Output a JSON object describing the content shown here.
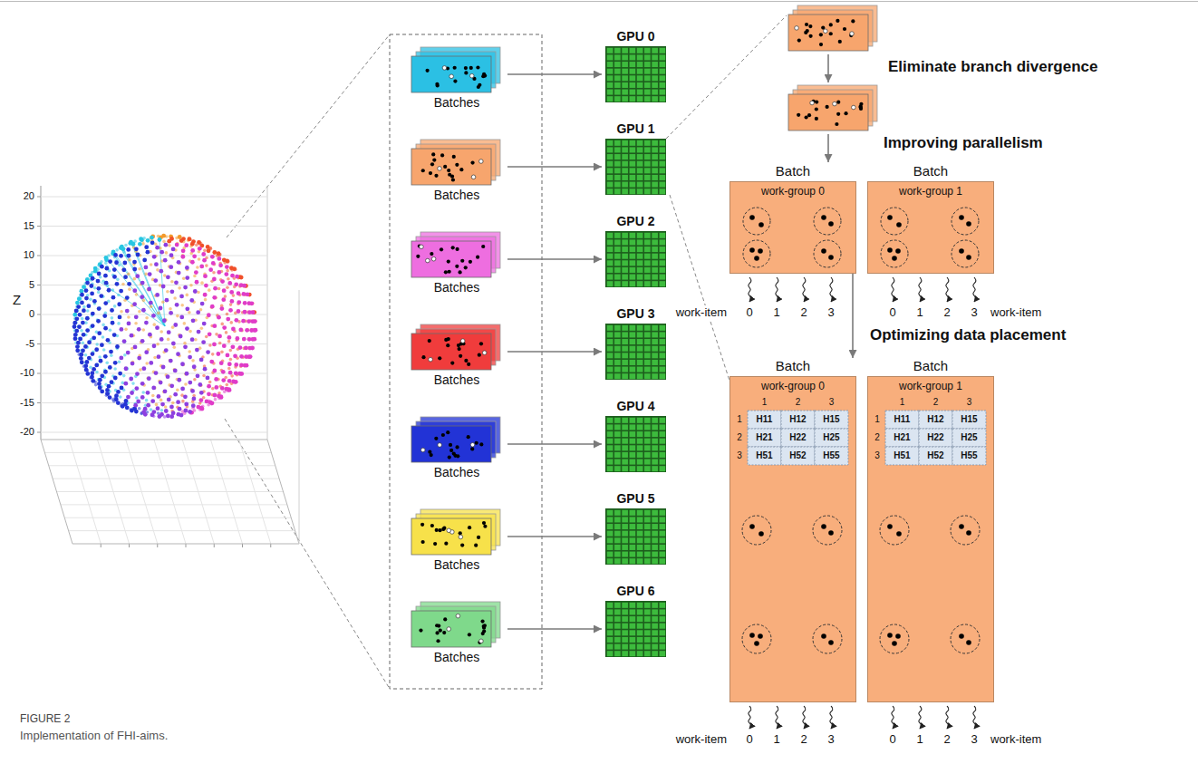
{
  "diagram": {
    "caption": "Implementation of FHI-aims.",
    "nodes": [
      {
        "text": [
          "Batches"
        ]
      },
      {
        "text": [
          "Batches"
        ]
      },
      {
        "text": [
          "Batches"
        ]
      },
      {
        "text": [
          "Batches"
        ]
      },
      {
        "text": [
          "Batches"
        ]
      },
      {
        "text": [
          "Batches"
        ]
      },
      {
        "text": [
          "Batches"
        ]
      },
      {
        "text": [
          "GPU 0"
        ]
      },
      {
        "text": [
          "GPU 1"
        ]
      },
      {
        "text": [
          "GPU 2"
        ]
      },
      {
        "text": [
          "GPU 3"
        ]
      },
      {
        "text": [
          "GPU 4"
        ]
      },
      {
        "text": [
          "GPU 5"
        ]
      },
      {
        "text": [
          "GPU 6"
        ]
      },
      {
        "text": [
          "Batch",
          "work-group 0"
        ]
      },
      {
        "text": [
          "Batch",
          "work-group 1"
        ]
      },
      {
        "text": [
          "Batch",
          "work-group 0"
        ]
      },
      {
        "text": [
          "Batch",
          "work-group 1"
        ]
      }
    ],
    "edges": [
      {
        "from": 0,
        "to": 7,
        "arrow": "to"
      },
      {
        "from": 1,
        "to": 8,
        "arrow": "to"
      },
      {
        "from": 2,
        "to": 9,
        "arrow": "to"
      },
      {
        "from": 3,
        "to": 10,
        "arrow": "to"
      },
      {
        "from": 4,
        "to": 11,
        "arrow": "to"
      },
      {
        "from": 5,
        "to": 12,
        "arrow": "to"
      },
      {
        "from": 6,
        "to": 13,
        "arrow": "to"
      },
      {
        "from": 8,
        "to": 16,
        "arrow": "none"
      },
      {
        "from": 14,
        "to": 16,
        "arrow": "to"
      }
    ],
    "labels": [
      "Z",
      "20",
      "15",
      "10",
      "5",
      "0",
      "-5",
      "-10",
      "-15",
      "-20",
      "Eliminate branch divergence",
      "Improving parallelism",
      "work-item",
      "0",
      "1",
      "2",
      "3",
      "0",
      "1",
      "2",
      "3",
      "work-item",
      "Optimizing data placement",
      "1",
      "2",
      "3",
      "1",
      "2",
      "3",
      "H11",
      "H12",
      "H15",
      "H21",
      "H22",
      "H25",
      "H51",
      "H52",
      "H55",
      "1",
      "2",
      "3",
      "1",
      "2",
      "3",
      "H11",
      "H12",
      "H15",
      "H21",
      "H22",
      "H25",
      "H51",
      "H52",
      "H55",
      "work-item",
      "0",
      "1",
      "2",
      "3",
      "0",
      "1",
      "2",
      "3",
      "work-item",
      "FIGURE 2"
    ]
  }
}
